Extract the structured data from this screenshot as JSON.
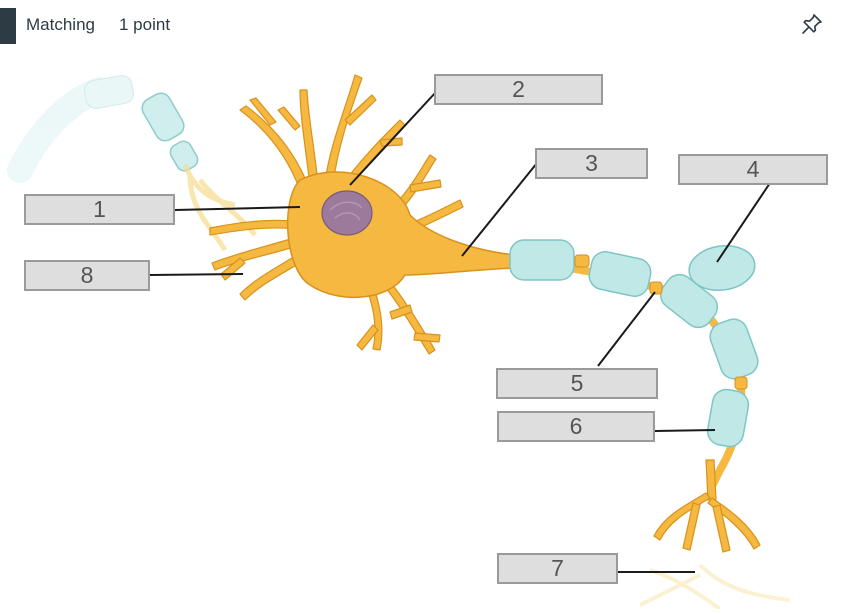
{
  "question": {
    "type": "Matching",
    "points": "1 point",
    "pin_icon": "pin-icon"
  },
  "labels": [
    {
      "id": "label-1",
      "text": "1"
    },
    {
      "id": "label-2",
      "text": "2"
    },
    {
      "id": "label-3",
      "text": "3"
    },
    {
      "id": "label-4",
      "text": "4"
    },
    {
      "id": "label-5",
      "text": "5"
    },
    {
      "id": "label-6",
      "text": "6"
    },
    {
      "id": "label-7",
      "text": "7"
    },
    {
      "id": "label-8",
      "text": "8"
    }
  ],
  "colors": {
    "neuron_fill": "#f5b840",
    "neuron_stroke": "#d9921c",
    "nucleus": "#9b7a9c",
    "myelin": "#bfe8e6",
    "myelin_stroke": "#7ec6c4",
    "label_bg": "#dedede",
    "label_border": "#9a9a9a"
  }
}
